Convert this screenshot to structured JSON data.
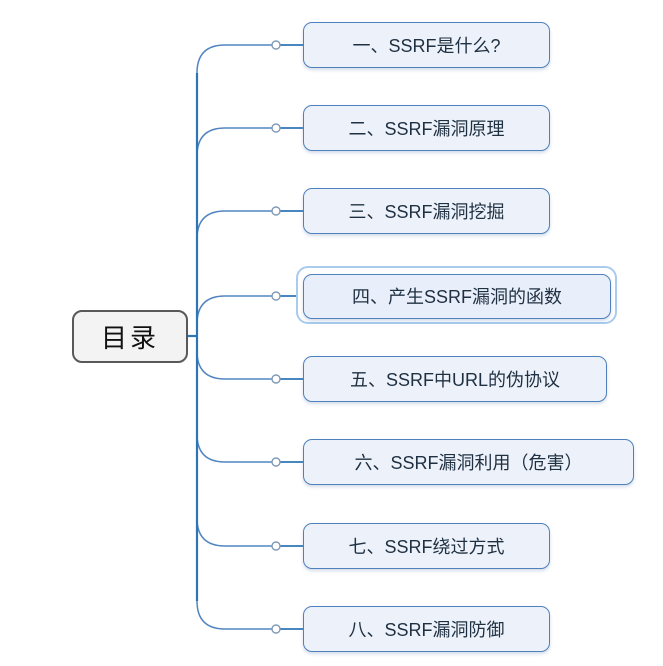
{
  "root": {
    "label": "目录"
  },
  "branches": [
    {
      "label": "一、SSRF是什么?",
      "selected": false
    },
    {
      "label": "二、SSRF漏洞原理",
      "selected": false
    },
    {
      "label": "三、SSRF漏洞挖掘",
      "selected": false
    },
    {
      "label": "四、产生SSRF漏洞的函数",
      "selected": true
    },
    {
      "label": "五、SSRF中URL的伪协议",
      "selected": false
    },
    {
      "label": "六、SSRF漏洞利用（危害）",
      "selected": false
    },
    {
      "label": "七、SSRF绕过方式",
      "selected": false
    },
    {
      "label": "八、SSRF漏洞防御",
      "selected": false
    }
  ],
  "icons": {
    "collapse_handle": "circle-outline"
  },
  "colors": {
    "canvas_bg": "#ffffff",
    "branch_fill": "#edf2fa",
    "branch_border": "#4f81bd",
    "branch_text": "#1f3042",
    "root_fill": "#f3f3f3",
    "root_border": "#595959",
    "root_text": "#111111",
    "trunk_line": "#2e75b6",
    "curve_line": "#5185c2",
    "handle_stroke": "#8099b8",
    "selection_ring": "#a9cbee"
  }
}
